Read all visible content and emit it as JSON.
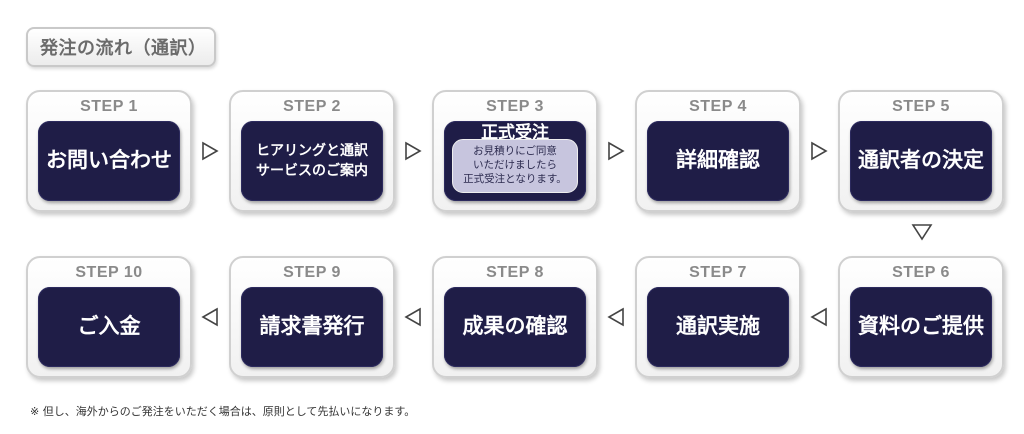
{
  "title": "発注の流れ（通訳）",
  "steps": [
    {
      "label": "STEP 1",
      "text": "お問い合わせ"
    },
    {
      "label": "STEP 2",
      "lines": [
        "ヒアリングと通訳",
        "サービスのご案内"
      ]
    },
    {
      "label": "STEP 3",
      "text": "正式受注",
      "note": [
        "お見積りにご同意",
        "いただけましたら",
        "正式受注となります。"
      ]
    },
    {
      "label": "STEP 4",
      "text": "詳細確認"
    },
    {
      "label": "STEP 5",
      "text": "通訳者の決定"
    },
    {
      "label": "STEP 6",
      "text": "資料のご提供"
    },
    {
      "label": "STEP 7",
      "text": "通訳実施"
    },
    {
      "label": "STEP 8",
      "text": "成果の確認"
    },
    {
      "label": "STEP 9",
      "text": "請求書発行"
    },
    {
      "label": "STEP 10",
      "text": "ご入金"
    }
  ],
  "colors": {
    "step_fill": "#1f1d47",
    "note_fill": "#c7c5de",
    "arrow": "#444444"
  },
  "icons": {
    "flow_arrow": "triangle-outline-icon"
  },
  "footnote": "※ 但し、海外からのご発注をいただく場合は、原則として先払いになります。"
}
